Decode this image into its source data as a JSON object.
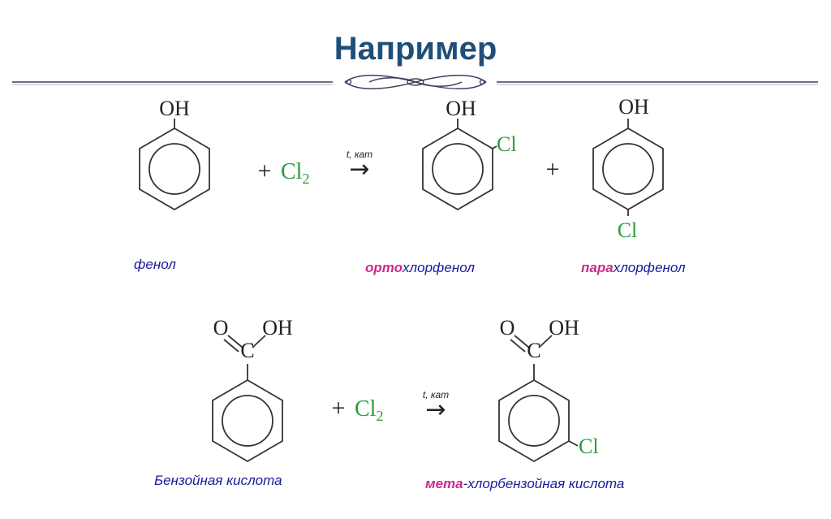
{
  "slide": {
    "title": "Например"
  },
  "reaction1": {
    "reactant_oh": "OH",
    "plus1": "+",
    "reagent_main": "Cl",
    "reagent_sub": "2",
    "condition": "t, кат",
    "arrow": "→",
    "product1_oh": "OH",
    "product1_cl": "Cl",
    "plus2": "+",
    "product2_oh": "OH",
    "product2_cl": "Cl",
    "label_phenol": "фенол",
    "label_ortho_prefix": "орто",
    "label_ortho_rest": "хлорфенол",
    "label_para_prefix": "пара",
    "label_para_rest": "хлорфенол"
  },
  "reaction2": {
    "reactant_o": "O",
    "reactant_oh": "OH",
    "reactant_c": "C",
    "plus": "+",
    "reagent_main": "Cl",
    "reagent_sub": "2",
    "condition": "t, кат",
    "arrow": "→",
    "product_o": "O",
    "product_oh": "OH",
    "product_c": "C",
    "product_cl": "Cl",
    "label_benzoic": "Бензойная кислота",
    "label_meta_prefix": "мета",
    "label_meta_rest": "-хлорбензойная кислота"
  },
  "colors": {
    "title": "#1f4e79",
    "label_text": "#1a1a9c",
    "prefix_highlight": "#cc2a8f",
    "chlorine": "#2e9b3e",
    "bond": "#333333"
  }
}
